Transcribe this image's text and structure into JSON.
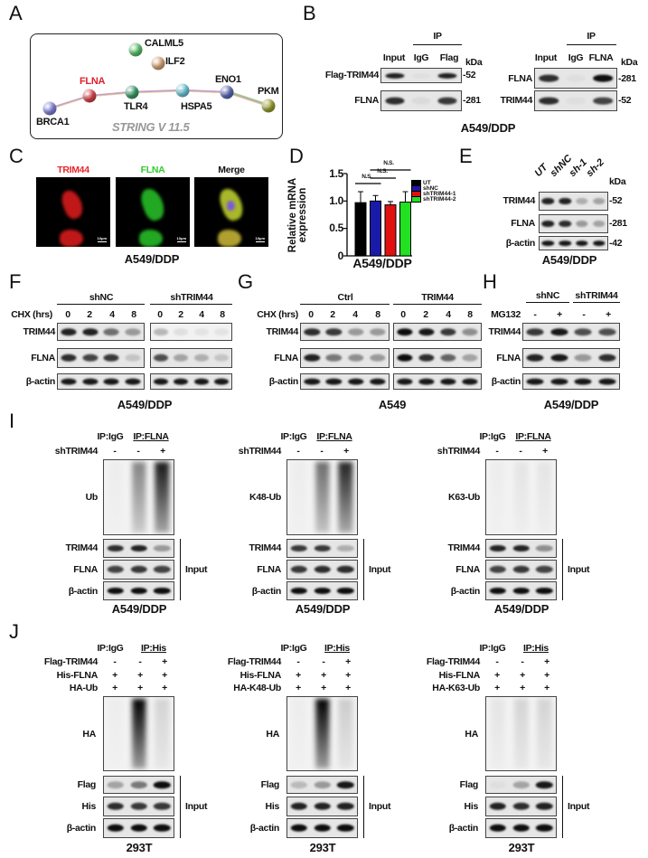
{
  "panel_labels": {
    "a": "A",
    "b": "B",
    "c": "C",
    "d": "D",
    "e": "E",
    "f": "F",
    "g": "G",
    "h": "H",
    "i": "I",
    "j": "J"
  },
  "a": {
    "nodes": [
      {
        "name": "CALML5",
        "color": "#5cc26a"
      },
      {
        "name": "ILF2",
        "color": "#d9a77a"
      },
      {
        "name": "FLNA",
        "color": "#d9454a"
      },
      {
        "name": "BRCA1",
        "color": "#8282d8"
      },
      {
        "name": "TLR4",
        "color": "#3a9e6a"
      },
      {
        "name": "HSPA5",
        "color": "#6cc8d8"
      },
      {
        "name": "ENO1",
        "color": "#5a6ab8"
      },
      {
        "name": "PKM",
        "color": "#9aa030"
      }
    ],
    "highlight_color": "#e0202a",
    "watermark": "STRING V 11.5"
  },
  "b": {
    "ip": "IP",
    "kda": "kDa",
    "left": {
      "cols": [
        "Input",
        "IgG",
        "Flag"
      ],
      "rows": [
        {
          "label": "Flag-TRIM44",
          "marker": "52",
          "bands": [
            0.9,
            0.03,
            0.9
          ]
        },
        {
          "label": "FLNA",
          "marker": "281",
          "bands": [
            0.85,
            0.05,
            0.8
          ]
        }
      ]
    },
    "right": {
      "cols": [
        "Input",
        "IgG",
        "FLNA"
      ],
      "rows": [
        {
          "label": "FLNA",
          "marker": "281",
          "bands": [
            0.85,
            0.03,
            1.0
          ]
        },
        {
          "label": "TRIM44",
          "marker": "52",
          "bands": [
            0.85,
            0.03,
            0.75
          ]
        }
      ]
    },
    "cell_line": "A549/DDP"
  },
  "c": {
    "channels": [
      {
        "name": "TRIM44",
        "color": "#e8262a"
      },
      {
        "name": "FLNA",
        "color": "#2ecc2e"
      },
      {
        "name": "Merge",
        "color": "#111111"
      }
    ],
    "scale_bar": "10μm",
    "cell_line": "A549/DDP"
  },
  "chart_data": {
    "type": "bar",
    "categories": [
      "UT",
      "shNC",
      "shTRIM44-1",
      "shTRIM44-2"
    ],
    "values": [
      0.97,
      1.0,
      0.93,
      0.98
    ],
    "errors": [
      0.2,
      0.1,
      0.06,
      0.19
    ],
    "colors": [
      "#000000",
      "#1a1aa8",
      "#e01010",
      "#22e022"
    ],
    "ylabel_lines": [
      "Relative mRNA",
      "expression"
    ],
    "yticks": [
      "0",
      "0.5",
      "1.0",
      "1.5"
    ],
    "ylim": [
      0,
      1.5
    ],
    "xlabel": "A549/DDP",
    "significance": [
      {
        "pair": [
          "UT",
          "shNC"
        ],
        "label": "N.S."
      },
      {
        "pair": [
          "shNC",
          "shTRIM44-1"
        ],
        "label": "N.S."
      },
      {
        "pair": [
          "shNC",
          "shTRIM44-2"
        ],
        "label": "N.S."
      }
    ],
    "legend_position": "right",
    "grid": false
  },
  "e": {
    "cols": [
      "UT",
      "shNC",
      "sh-1",
      "sh-2"
    ],
    "kda": "kDa",
    "rows": [
      {
        "label": "TRIM44",
        "marker": "52",
        "bands": [
          0.9,
          0.9,
          0.25,
          0.3
        ]
      },
      {
        "label": "FLNA",
        "marker": "281",
        "bands": [
          0.9,
          0.85,
          0.35,
          0.3
        ]
      },
      {
        "label": "β-actin",
        "marker": "42",
        "bands": [
          0.95,
          0.95,
          0.95,
          0.95
        ]
      }
    ],
    "cell_line": "A549/DDP"
  },
  "f": {
    "groups": [
      "shNC",
      "shTRIM44"
    ],
    "treatment": "CHX (hrs)",
    "times": [
      "0",
      "2",
      "4",
      "8"
    ],
    "rows": [
      {
        "label": "TRIM44",
        "bands": [
          [
            0.9,
            0.9,
            0.55,
            0.35
          ],
          [
            0.25,
            0.08,
            0.06,
            0.06
          ]
        ]
      },
      {
        "label": "FLNA",
        "bands": [
          [
            0.85,
            0.75,
            0.8,
            0.15
          ],
          [
            0.7,
            0.3,
            0.25,
            0.15
          ]
        ]
      },
      {
        "label": "β-actin",
        "bands": [
          [
            0.95,
            0.95,
            0.95,
            0.95
          ],
          [
            0.95,
            0.95,
            0.95,
            0.95
          ]
        ]
      }
    ],
    "cell_line": "A549/DDP"
  },
  "g": {
    "groups": [
      "Ctrl",
      "TRIM44"
    ],
    "treatment": "CHX (hrs)",
    "times": [
      "0",
      "2",
      "4",
      "8"
    ],
    "rows": [
      {
        "label": "TRIM44",
        "bands": [
          [
            0.85,
            0.8,
            0.35,
            0.35
          ],
          [
            1.0,
            0.95,
            0.8,
            0.4
          ]
        ]
      },
      {
        "label": "FLNA",
        "bands": [
          [
            0.9,
            0.5,
            0.4,
            0.35
          ],
          [
            1.0,
            0.85,
            0.6,
            0.3
          ]
        ]
      },
      {
        "label": "β-actin",
        "bands": [
          [
            0.95,
            0.95,
            0.95,
            0.95
          ],
          [
            0.95,
            0.95,
            0.95,
            0.95
          ]
        ]
      }
    ],
    "cell_line": "A549"
  },
  "h": {
    "groups": [
      "shNC",
      "shTRIM44"
    ],
    "treatment": "MG132",
    "signs": [
      "-",
      "+",
      "-",
      "+"
    ],
    "rows": [
      {
        "label": "TRIM44",
        "bands": [
          0.8,
          0.95,
          0.7,
          0.7
        ]
      },
      {
        "label": "FLNA",
        "bands": [
          0.9,
          0.95,
          0.35,
          0.85
        ]
      },
      {
        "label": "β-actin",
        "bands": [
          0.95,
          0.95,
          0.95,
          0.95
        ]
      }
    ],
    "cell_line": "A549/DDP"
  },
  "i": {
    "panels": [
      {
        "ip_igg": "IP:IgG",
        "ip": "IP:FLNA",
        "treatment": "shTRIM44",
        "signs": [
          "-",
          "-",
          "+"
        ],
        "blot": "Ub",
        "smear": [
          0.02,
          0.45,
          0.9
        ],
        "input_rows": [
          {
            "label": "TRIM44",
            "bands": [
              0.85,
              0.9,
              0.35
            ]
          },
          {
            "label": "FLNA",
            "bands": [
              0.75,
              0.8,
              0.75
            ]
          },
          {
            "label": "β-actin",
            "bands": [
              1,
              1,
              1
            ]
          }
        ],
        "input_label": "Input",
        "cell_line": "A549/DDP"
      },
      {
        "ip_igg": "IP:IgG",
        "ip": "IP:FLNA",
        "treatment": "shTRIM44",
        "signs": [
          "-",
          "-",
          "+"
        ],
        "blot": "K48-Ub",
        "smear": [
          0.02,
          0.55,
          0.85
        ],
        "input_rows": [
          {
            "label": "TRIM44",
            "bands": [
              0.8,
              0.8,
              0.25
            ]
          },
          {
            "label": "FLNA",
            "bands": [
              0.8,
              0.85,
              0.85
            ]
          },
          {
            "label": "β-actin",
            "bands": [
              1,
              1,
              1
            ]
          }
        ],
        "input_label": "Input",
        "cell_line": "A549/DDP"
      },
      {
        "ip_igg": "IP:IgG",
        "ip": "IP:FLNA",
        "treatment": "shTRIM44",
        "signs": [
          "-",
          "-",
          "+"
        ],
        "blot": "K63-Ub",
        "smear": [
          0.02,
          0.05,
          0.05
        ],
        "input_rows": [
          {
            "label": "TRIM44",
            "bands": [
              0.9,
              0.9,
              0.4
            ]
          },
          {
            "label": "FLNA",
            "bands": [
              0.75,
              0.8,
              0.75
            ]
          },
          {
            "label": "β-actin",
            "bands": [
              1,
              1,
              1
            ]
          }
        ],
        "input_label": "Input",
        "cell_line": "A549/DDP"
      }
    ]
  },
  "j": {
    "panels": [
      {
        "ip_igg": "IP:IgG",
        "ip": "IP:His",
        "treatments": [
          {
            "label": "Flag-TRIM44",
            "signs": [
              "-",
              "-",
              "+"
            ]
          },
          {
            "label": "His-FLNA",
            "signs": [
              "+",
              "+",
              "+"
            ]
          },
          {
            "label": "HA-Ub",
            "signs": [
              "+",
              "+",
              "+"
            ]
          }
        ],
        "blot": "HA",
        "smear": [
          0.02,
          1.0,
          0.12
        ],
        "input_rows": [
          {
            "label": "Flag",
            "bands": [
              0.3,
              0.5,
              1.0
            ]
          },
          {
            "label": "His",
            "bands": [
              0.85,
              0.8,
              0.8
            ]
          },
          {
            "label": "β-actin",
            "bands": [
              1,
              1,
              1
            ]
          }
        ],
        "input_label": "Input",
        "cell_line": "293T"
      },
      {
        "ip_igg": "IP:IgG",
        "ip": "IP:His",
        "treatments": [
          {
            "label": "Flag-TRIM44",
            "signs": [
              "-",
              "-",
              "+"
            ]
          },
          {
            "label": "His-FLNA",
            "signs": [
              "+",
              "+",
              "+"
            ]
          },
          {
            "label": "HA-K48-Ub",
            "signs": [
              "+",
              "+",
              "+"
            ]
          }
        ],
        "blot": "HA",
        "smear": [
          0.02,
          1.0,
          0.15
        ],
        "input_rows": [
          {
            "label": "Flag",
            "bands": [
              0.2,
              0.35,
              0.95
            ]
          },
          {
            "label": "His",
            "bands": [
              0.9,
              0.9,
              0.9
            ]
          },
          {
            "label": "β-actin",
            "bands": [
              1,
              1,
              1
            ]
          }
        ],
        "input_label": "Input",
        "cell_line": "293T"
      },
      {
        "ip_igg": "IP:IgG",
        "ip": "IP:His",
        "treatments": [
          {
            "label": "Flag-TRIM44",
            "signs": [
              "-",
              "-",
              "+"
            ]
          },
          {
            "label": "His-FLNA",
            "signs": [
              "+",
              "+",
              "+"
            ]
          },
          {
            "label": "HA-K63-Ub",
            "signs": [
              "+",
              "+",
              "+"
            ]
          }
        ],
        "blot": "HA",
        "smear": [
          0.05,
          0.12,
          0.12
        ],
        "input_rows": [
          {
            "label": "Flag",
            "bands": [
              0.03,
              0.3,
              0.95
            ]
          },
          {
            "label": "His",
            "bands": [
              0.9,
              0.85,
              0.9
            ]
          },
          {
            "label": "β-actin",
            "bands": [
              1,
              1,
              1
            ]
          }
        ],
        "input_label": "Input",
        "cell_line": "293T"
      }
    ]
  }
}
